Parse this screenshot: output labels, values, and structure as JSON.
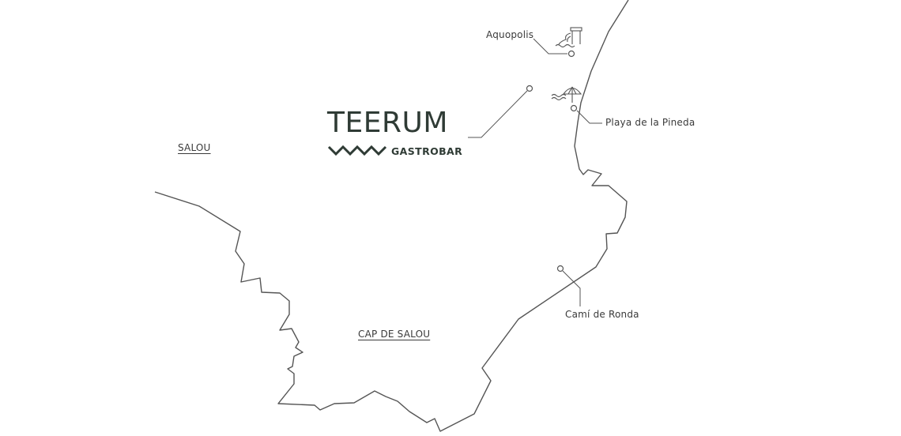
{
  "map": {
    "places": {
      "aquopolis": "Aquopolis",
      "playa": "Playa de la Pineda",
      "cami": "Camí de Ronda",
      "salou": "SALOU",
      "cap_salou": "CAP DE SALOU"
    },
    "logo": {
      "name": "TEERUM",
      "subtitle": "GASTROBAR"
    },
    "icons": [
      "water-park-icon",
      "beach-umbrella-icon",
      "waves-logo-icon"
    ],
    "colors": {
      "coastline": "#555555",
      "text": "#3a3a3a",
      "logo": "#2f3b35",
      "background": "#ffffff"
    }
  }
}
